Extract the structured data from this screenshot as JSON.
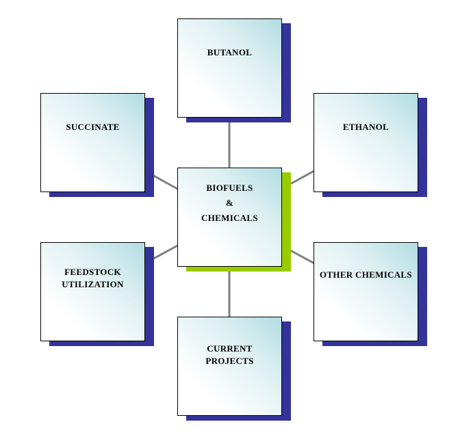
{
  "colors": {
    "node_shadow": "#333399",
    "center_shadow": "#99cc00",
    "connector": "#808080"
  },
  "center": {
    "lines": [
      "BIOFUELS",
      "&",
      "CHEMICALS"
    ]
  },
  "nodes": [
    {
      "id": "butanol",
      "lines": [
        "BUTANOL"
      ]
    },
    {
      "id": "succinate",
      "lines": [
        "SUCCINATE"
      ]
    },
    {
      "id": "ethanol",
      "lines": [
        "ETHANOL"
      ]
    },
    {
      "id": "feedstock",
      "lines": [
        "FEEDSTOCK",
        "UTILIZATION"
      ]
    },
    {
      "id": "other-chemicals",
      "lines": [
        "OTHER CHEMICALS"
      ]
    },
    {
      "id": "current-projects",
      "lines": [
        "CURRENT",
        "PROJECTS"
      ]
    }
  ]
}
